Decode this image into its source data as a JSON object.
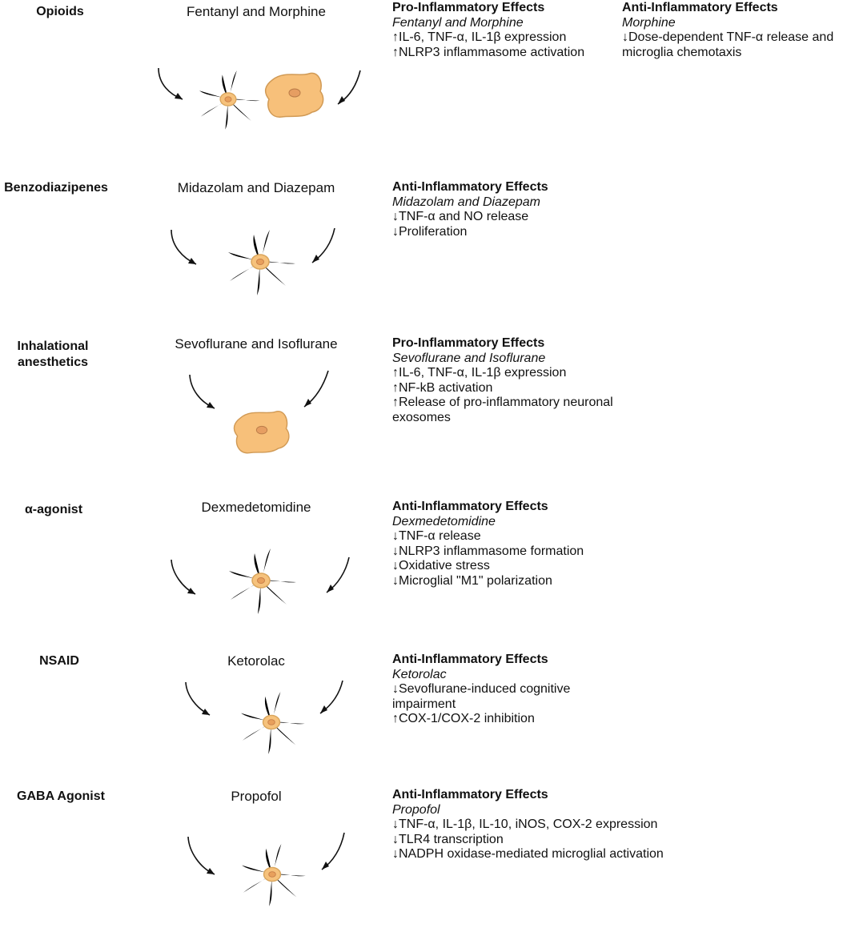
{
  "rows": [
    {
      "class": "Opioids",
      "drug": "Fentanyl and Morphine",
      "effects": [
        {
          "heading": "Pro-Inflammatory Effects",
          "subheading": "Fentanyl and Morphine",
          "lines": [
            "↑IL-6, TNF-α, IL-1β expression",
            "↑NLRP3 inflammasome activation"
          ]
        },
        {
          "heading": "Anti-Inflammatory Effects",
          "subheading": "Morphine",
          "lines": [
            "↓Dose-dependent TNF-α release and microglia chemotaxis"
          ]
        }
      ]
    },
    {
      "class": "Benzodiazipenes",
      "drug": "Midazolam and Diazepam",
      "effects": [
        {
          "heading": "Anti-Inflammatory Effects",
          "subheading": "Midazolam and Diazepam",
          "lines": [
            "↓TNF-α and NO release",
            "↓Proliferation"
          ]
        }
      ]
    },
    {
      "class": "Inhalational anesthetics",
      "drug": "Sevoflurane and Isoflurane",
      "effects": [
        {
          "heading": "Pro-Inflammatory Effects",
          "subheading": "Sevoflurane and Isoflurane",
          "lines": [
            "↑IL-6, TNF-α, IL-1β expression",
            "↑NF-kB activation",
            "↑Release of pro-inflammatory neuronal exosomes"
          ]
        }
      ]
    },
    {
      "class": "α-agonist",
      "drug": "Dexmedetomidine",
      "effects": [
        {
          "heading": "Anti-Inflammatory Effects",
          "subheading": "Dexmedetomidine",
          "lines": [
            "↓TNF-α release",
            "↓NLRP3 inflammasome formation",
            "↓Oxidative stress",
            "↓Microglial \"M1\" polarization"
          ]
        }
      ]
    },
    {
      "class": "NSAID",
      "drug": "Ketorolac",
      "effects": [
        {
          "heading": "Anti-Inflammatory Effects",
          "subheading": "Ketorolac",
          "lines": [
            "↓Sevoflurane-induced cognitive impairment",
            "↑COX-1/COX-2 inhibition"
          ]
        }
      ]
    },
    {
      "class": "GABA Agonist",
      "drug": "Propofol",
      "effects": [
        {
          "heading": "Anti-Inflammatory Effects",
          "subheading": "Propofol",
          "lines": [
            "↓TNF-α, IL-1β, IL-10, iNOS, COX-2 expression",
            "↓TLR4 transcription",
            "↓NADPH oxidase-mediated microglial activation"
          ]
        }
      ]
    }
  ],
  "colors": {
    "microglia_outline": "#d9a55c",
    "microglia_fill": "#f6c27c",
    "arrow": "#111111"
  }
}
